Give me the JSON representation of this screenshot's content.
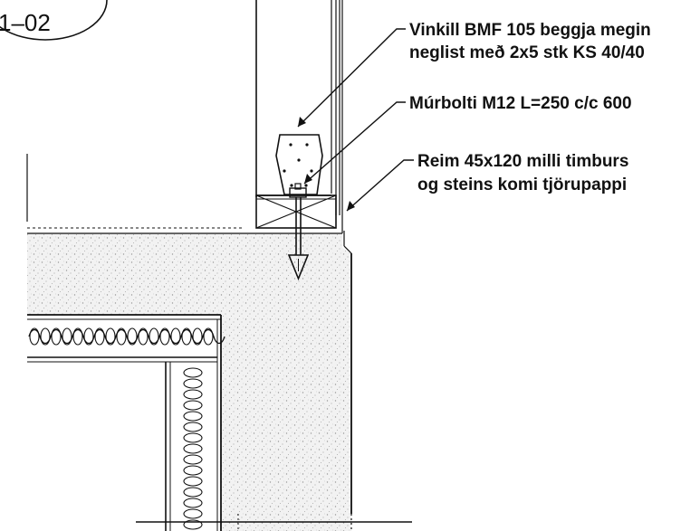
{
  "detail_marker": {
    "text": "1–02"
  },
  "annotations": [
    {
      "id": "bracket",
      "lines": [
        "Vinkill BMF 105 beggja megin",
        "neglist með 2x5 stk KS 40/40"
      ]
    },
    {
      "id": "anchor-bolt",
      "lines": [
        "Múrbolti M12 L=250 c/c 600"
      ]
    },
    {
      "id": "sill-plate",
      "lines": [
        "Reim 45x120 milli timburs",
        "og steins komi tjörupappi"
      ]
    }
  ]
}
